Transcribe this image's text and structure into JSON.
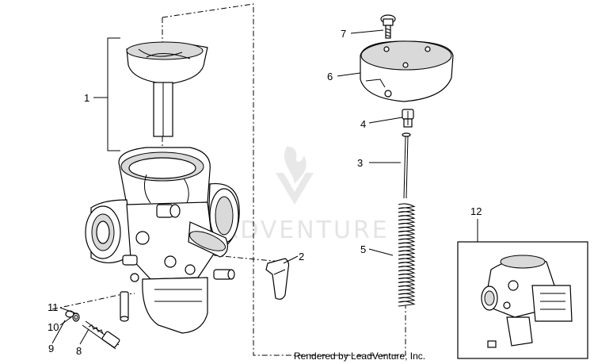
{
  "callouts": [
    {
      "id": "1",
      "label": "1"
    },
    {
      "id": "2",
      "label": "2"
    },
    {
      "id": "3",
      "label": "3"
    },
    {
      "id": "4",
      "label": "4"
    },
    {
      "id": "5",
      "label": "5"
    },
    {
      "id": "6",
      "label": "6"
    },
    {
      "id": "7",
      "label": "7"
    },
    {
      "id": "8",
      "label": "8"
    },
    {
      "id": "9",
      "label": "9"
    },
    {
      "id": "10",
      "label": "10"
    },
    {
      "id": "11",
      "label": "11"
    },
    {
      "id": "12",
      "label": "12"
    }
  ],
  "watermark": {
    "text": "LEADVENTURE"
  },
  "credit": {
    "text": "Rendered by LeadVenture, Inc."
  }
}
